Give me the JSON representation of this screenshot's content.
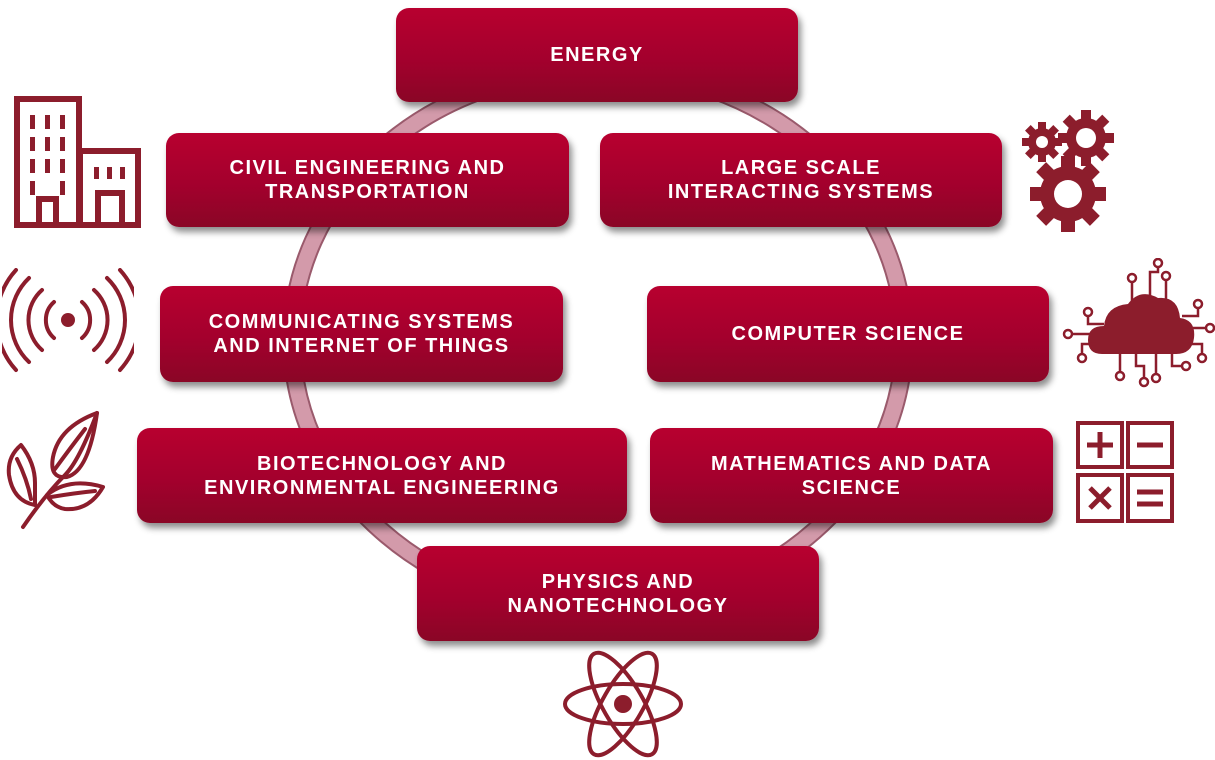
{
  "topics": {
    "energy": "ENERGY",
    "civil": "CIVIL ENGINEERING AND\nTRANSPORTATION",
    "large_scale": "LARGE SCALE\nINTERACTING SYSTEMS",
    "communicating": "COMMUNICATING SYSTEMS\nAND INTERNET OF THINGS",
    "computer_science": "COMPUTER SCIENCE",
    "biotech": "BIOTECHNOLOGY AND\nENVIRONMENTAL ENGINEERING",
    "mathematics": "MATHEMATICS AND DATA\nSCIENCE",
    "physics": "PHYSICS AND\nNANOTECHNOLOGY"
  },
  "icons": {
    "civil": "building-icon",
    "large_scale": "gears-icon",
    "communicating": "wireless-signal-icon",
    "computer_science": "cloud-circuit-icon",
    "biotech": "plant-leaves-icon",
    "mathematics": "calculator-icon",
    "physics": "atom-icon"
  },
  "colors": {
    "box": "#a3002d",
    "ring": "#d39aaa",
    "icon": "#8c1d2c"
  }
}
